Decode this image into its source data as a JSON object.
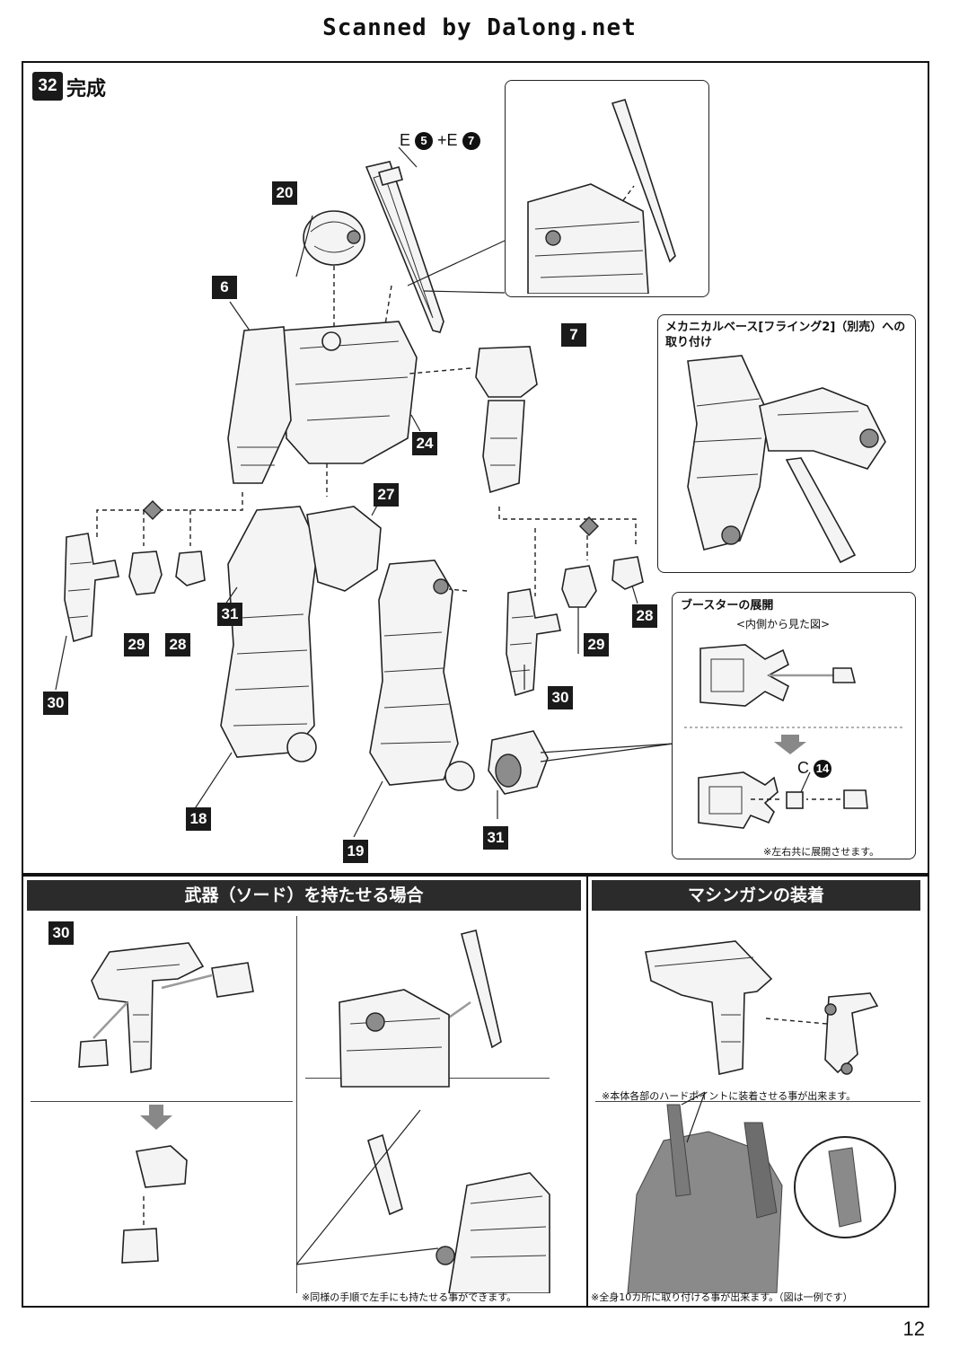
{
  "header": {
    "credit": "Scanned by Dalong.net"
  },
  "step": {
    "number": "32",
    "title": "完成"
  },
  "sword_label": {
    "prefix": "E",
    "num1": "5",
    "plus": "+E",
    "num2": "7"
  },
  "parts": {
    "p20": "20",
    "p6": "6",
    "p7": "7",
    "p24": "24",
    "p27": "27",
    "p31a": "31",
    "p31b": "31",
    "p29a": "29",
    "p28a": "28",
    "p30a": "30",
    "p29b": "29",
    "p28b": "28",
    "p30b": "30",
    "p18": "18",
    "p19": "19",
    "p30c": "30"
  },
  "mechanical_base": {
    "title": "メカニカルベース[フライング2]（別売）への取り付け"
  },
  "booster": {
    "title": "ブースターの展開",
    "subtitle": "<内側から見た図>",
    "c_label": "C",
    "c_num": "14",
    "note": "※左右共に展開させます。"
  },
  "sword_panel": {
    "title": "武器（ソード）を持たせる場合",
    "note": "※同様の手順で左手にも持たせる事ができます。"
  },
  "mg_panel": {
    "title": "マシンガンの装着",
    "note1": "※本体各部のハードポイントに装着させる事が出来ます。",
    "note2": "※全身10カ所に取り付ける事が出来ます。（図は一例です）"
  },
  "page_number": "12"
}
